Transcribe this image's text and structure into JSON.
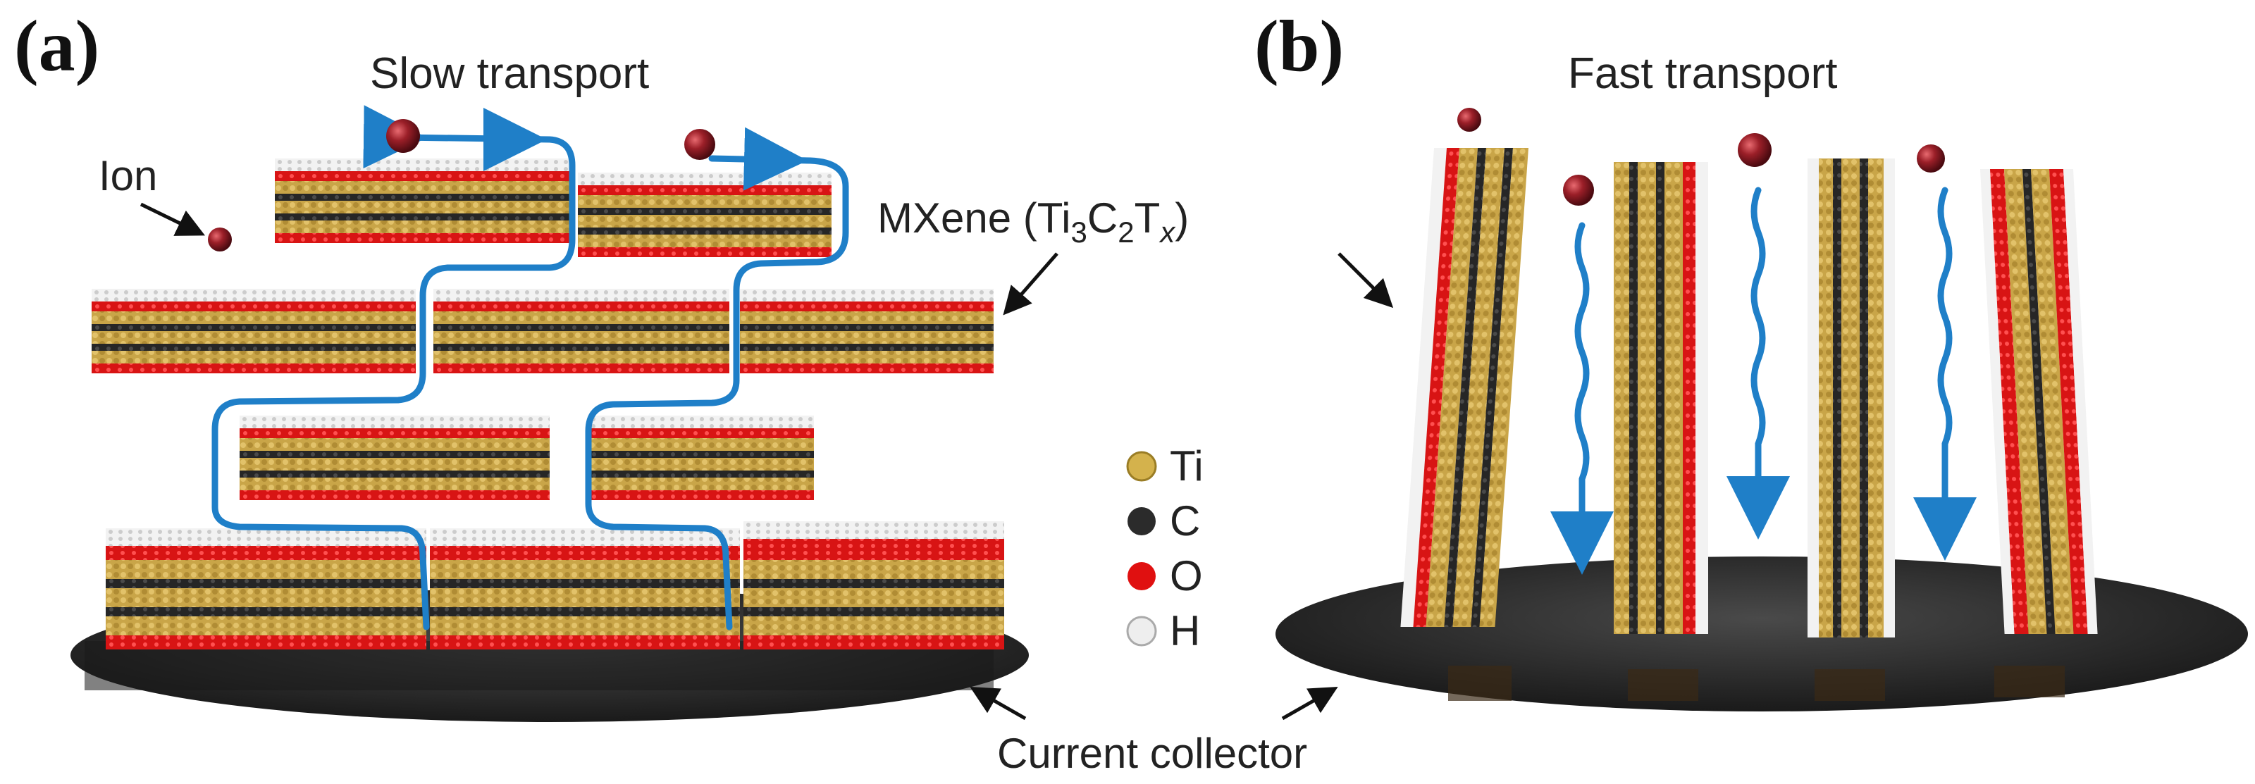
{
  "panel_a": {
    "label": "(a)",
    "title": "Slow transport",
    "ion_label": "Ion",
    "mxene_label": {
      "prefix": "MXene (Ti",
      "sub1": "3",
      "mid1": "C",
      "sub2": "2",
      "mid2": "T",
      "sub3": "x",
      "suffix": ")"
    }
  },
  "panel_b": {
    "label": "(b)",
    "title": "Fast transport"
  },
  "legend": {
    "items": [
      {
        "label": "Ti",
        "color": "#d4b24c"
      },
      {
        "label": "C",
        "color": "#2b2b2b"
      },
      {
        "label": "O",
        "color": "#e01010"
      },
      {
        "label": "H",
        "color": "#eeeeee"
      }
    ]
  },
  "shared": {
    "collector_label": "Current collector"
  },
  "colors": {
    "titanium": "#c9a548",
    "titanium_dark": "#8a6d22",
    "carbon": "#262626",
    "oxygen": "#d81414",
    "hydrogen": "#e8e8e8",
    "ion": "#8b1a22",
    "path": "#1f7fc8",
    "collector": "#2c2c2c"
  }
}
